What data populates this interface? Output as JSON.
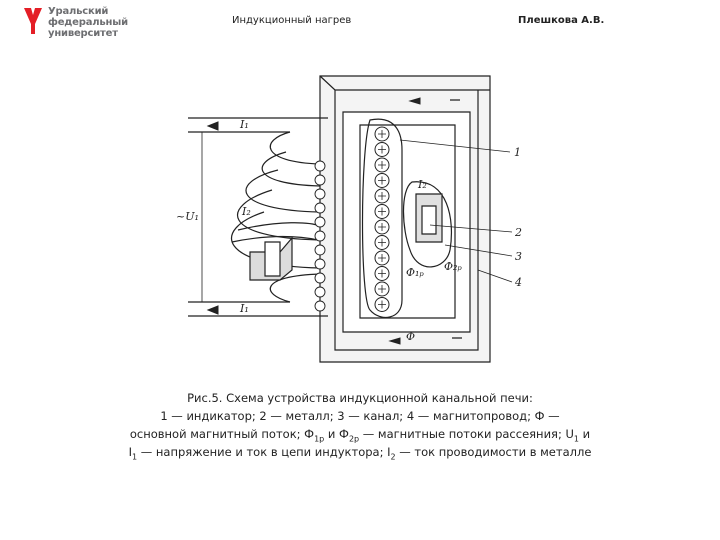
{
  "header": {
    "logo_lines": [
      "Уральский",
      "федеральный",
      "университет"
    ],
    "course": "Индукционный нагрев",
    "author": "Плешкова А.В."
  },
  "figure": {
    "labels": {
      "n1": "1",
      "n2": "2",
      "n3": "3",
      "n4": "4",
      "i1_top": "I₁",
      "i1_bottom": "I₁",
      "i2_coil": "I₂",
      "i2_channel": "I₂",
      "u1": "~U₁",
      "phi": "Φ",
      "phi1p": "Φ₁ₚ",
      "phi2p": "Φ₂ₚ"
    }
  },
  "caption": {
    "line1": "Рис.5. Схема устройства индукционной канальной печи:",
    "line2": "1 — индикатор; 2 — металл; 3 — канал; 4 — магнитопровод; Ф —",
    "line3_pre": "основной магнитный поток; Ф",
    "line3_sub1": "1р",
    "line3_mid": " и Ф",
    "line3_sub2": "2р",
    "line3_post": " — магнитные потоки рассеяния; U",
    "line3_sub3": "1",
    "line3_end": " и",
    "line4_pre": "I",
    "line4_sub1": "1",
    "line4_mid": " — напряжение и ток в цепи индуктора; I",
    "line4_sub2": "2",
    "line4_post": " — ток проводимости в металле"
  }
}
